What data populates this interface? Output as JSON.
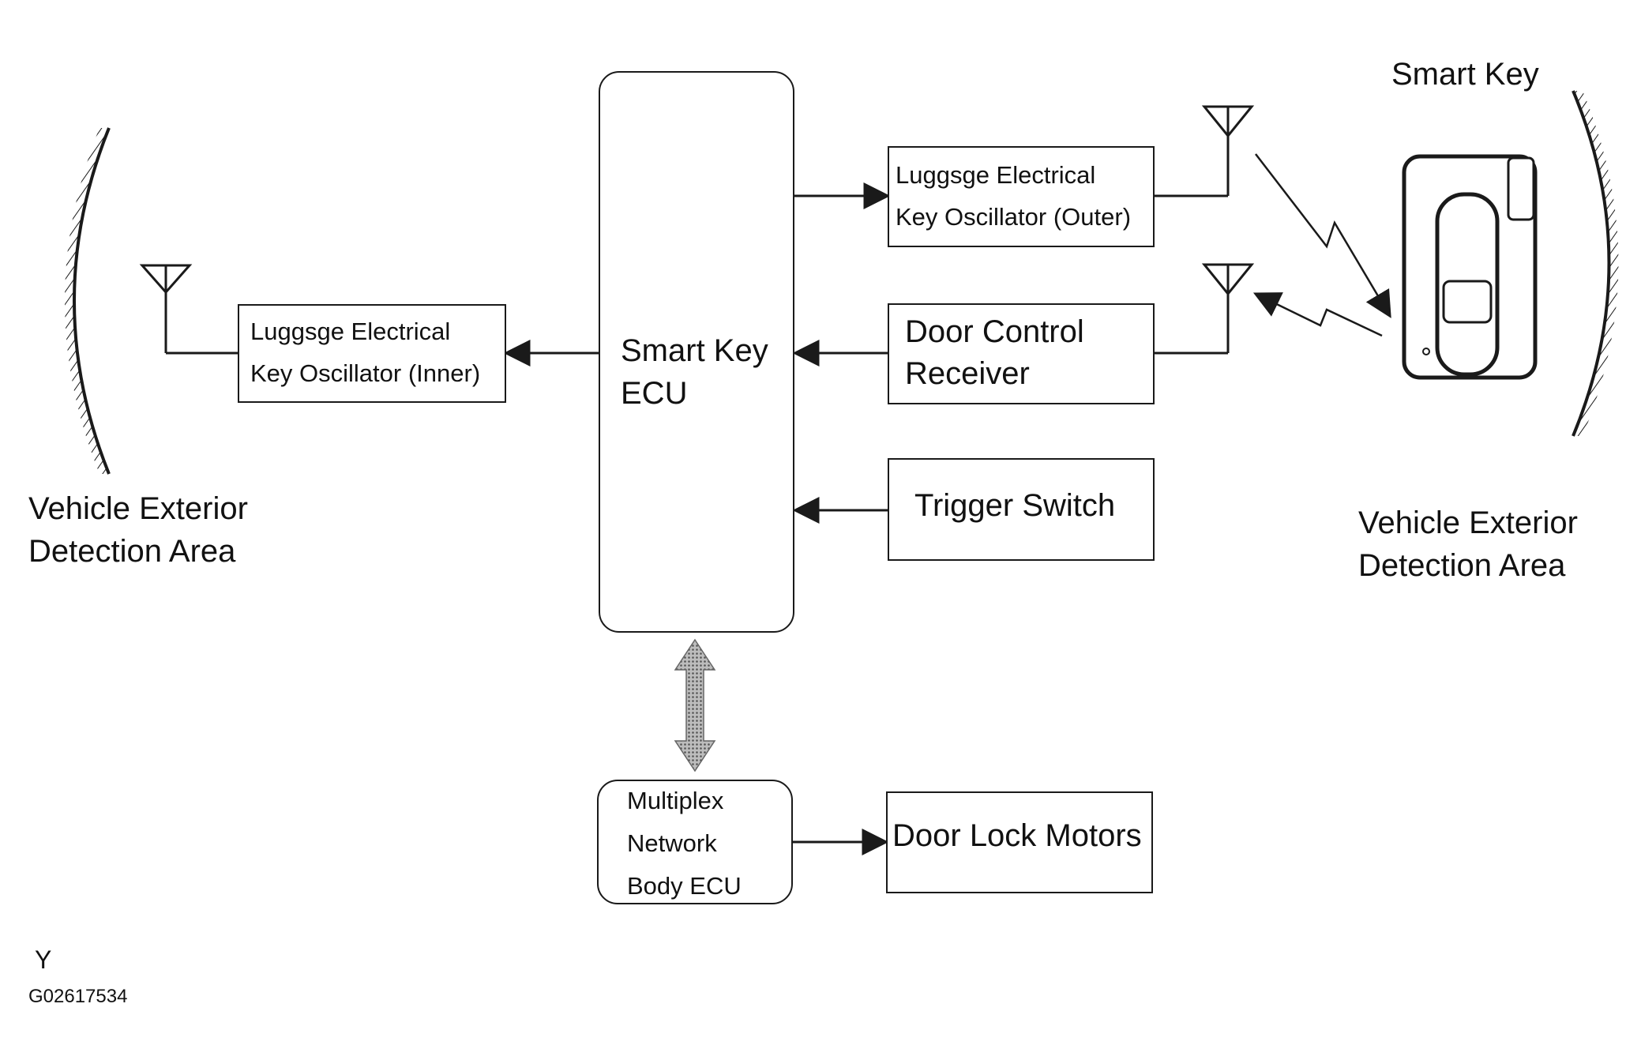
{
  "blocks": {
    "smart_key_ecu": {
      "line1": "Smart Key",
      "line2": "ECU"
    },
    "oscillator_inner": {
      "line1": "Luggsge Electrical",
      "line2": "Key  Oscillator (Inner)"
    },
    "oscillator_outer": {
      "line1": "Luggsge Electrical",
      "line2": "Key  Oscillator (Outer)"
    },
    "door_control_receiver": {
      "line1": "Door Control",
      "line2": "Receiver"
    },
    "trigger_switch": {
      "label": "Trigger Switch"
    },
    "multiplex_body_ecu": {
      "line1": "Multiplex",
      "line2": "Network",
      "line3": "Body ECU"
    },
    "door_lock_motors": {
      "label": "Door Lock Motors"
    }
  },
  "areas": {
    "left": {
      "line1": "Vehicle Exterior",
      "line2": "Detection Area"
    },
    "right": {
      "line1": "Vehicle Exterior",
      "line2": "Detection Area"
    }
  },
  "smart_key_label": "Smart Key",
  "footer": {
    "letter": "Y",
    "code": "G02617534"
  },
  "icons": [
    "antenna-icon",
    "smart-key-fob-icon",
    "radio-wave-icon",
    "detection-boundary-icon"
  ],
  "colors": {
    "line": "#1a1a1a",
    "background": "#ffffff",
    "bus_arrow": "#777777"
  }
}
